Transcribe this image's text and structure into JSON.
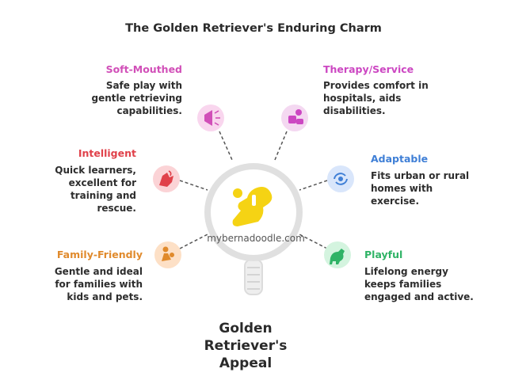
{
  "title": "The Golden Retriever's Enduring Charm",
  "center": {
    "label": "Golden\nRetriever's\nAppeal",
    "watermark": "mybernadoodle.com"
  },
  "items": [
    {
      "heading": "Soft-Mouthed",
      "desc": "Safe play with\ngentle retrieving\ncapabilities.",
      "color": "#d14fb8",
      "icon": "megaphone-icon"
    },
    {
      "heading": "Therapy/Service",
      "desc": "Provides comfort in\nhospitals, aids\ndisabilities.",
      "color": "#cc47c2",
      "icon": "therapy-icon"
    },
    {
      "heading": "Intelligent",
      "desc": "Quick learners,\nexcellent for\ntraining and\nrescue.",
      "color": "#e0414a",
      "icon": "dog-head-icon"
    },
    {
      "heading": "Adaptable",
      "desc": "Fits urban or rural\nhomes with\nexercise.",
      "color": "#3f7fd6",
      "icon": "adapt-icon"
    },
    {
      "heading": "Family-Friendly",
      "desc": "Gentle and ideal\nfor families with\nkids and pets.",
      "color": "#e08a2c",
      "icon": "family-icon"
    },
    {
      "heading": "Playful",
      "desc": "Lifelong energy\nkeeps families\nengaged and active.",
      "color": "#2fb366",
      "icon": "playful-dog-icon"
    }
  ]
}
